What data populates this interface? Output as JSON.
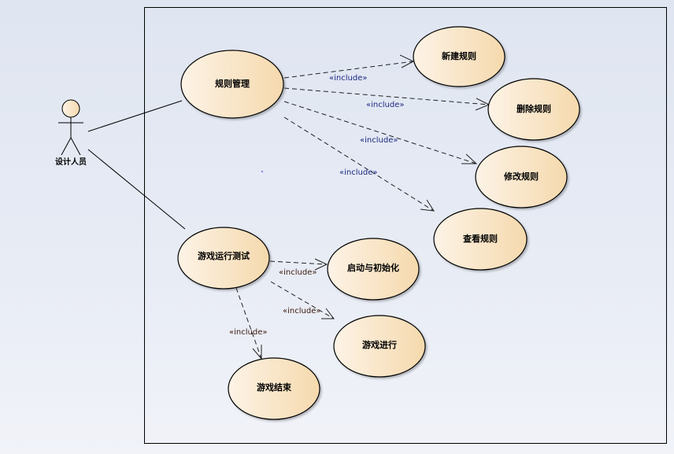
{
  "actor": {
    "label": "设计人员"
  },
  "use_cases": {
    "rule_mgmt": "规则管理",
    "new_rule": "新建规则",
    "delete_rule": "删除规则",
    "modify_rule": "修改规则",
    "view_rule": "查看规则",
    "game_test": "游戏运行测试",
    "start_init": "启动与初始化",
    "game_run": "游戏进行",
    "game_end": "游戏结束"
  },
  "relations": {
    "include_label": "«include»"
  },
  "colors": {
    "usecase_fill_light": "#fdf3e6",
    "usecase_fill_dark": "#f5d9ad",
    "include_top": "#1a2a80"
  }
}
